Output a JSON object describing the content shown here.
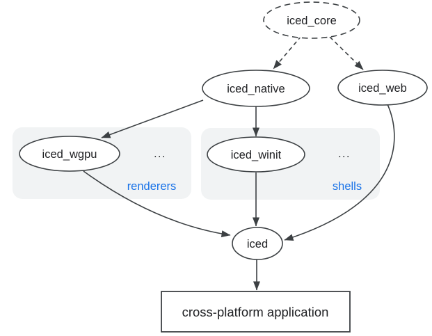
{
  "colors": {
    "background": "#ffffff",
    "node_fill": "#ffffff",
    "node_stroke": "#3c4043",
    "edge": "#3c4043",
    "text": "#202124",
    "group_fill": "#f1f3f4",
    "group_label": "#1a73e8"
  },
  "nodes": {
    "iced_core": {
      "label": "iced_core"
    },
    "iced_native": {
      "label": "iced_native"
    },
    "iced_web": {
      "label": "iced_web"
    },
    "iced_wgpu": {
      "label": "iced_wgpu"
    },
    "iced_winit": {
      "label": "iced_winit"
    },
    "iced": {
      "label": "iced"
    },
    "application": {
      "label": "cross-platform application"
    }
  },
  "groups": {
    "renderers": {
      "label": "renderers",
      "more": "..."
    },
    "shells": {
      "label": "shells",
      "more": "..."
    }
  }
}
